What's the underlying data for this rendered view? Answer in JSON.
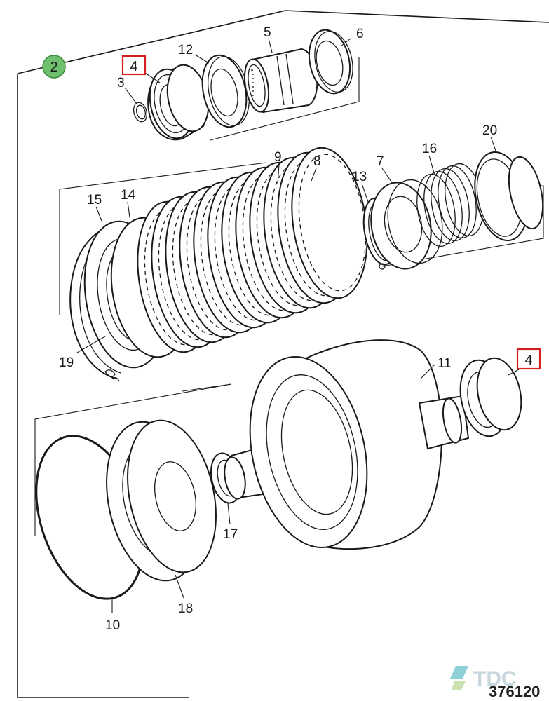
{
  "assembly_badge": {
    "label": "2",
    "color": "#6ec06e"
  },
  "callouts": {
    "c3": "3",
    "c4_top": "4",
    "c12": "12",
    "c5": "5",
    "c6": "6",
    "c9": "9",
    "c8": "8",
    "c7": "7",
    "c16": "16",
    "c20": "20",
    "c13": "13",
    "c15": "15",
    "c14": "14",
    "c19": "19",
    "c11": "11",
    "c4_right": "4",
    "c17": "17",
    "c18": "18",
    "c10": "10"
  },
  "highlight_color": "#d42020",
  "logo": {
    "text": "TDC",
    "icon": "tdc-logo-icon"
  },
  "reference_number": "376120"
}
